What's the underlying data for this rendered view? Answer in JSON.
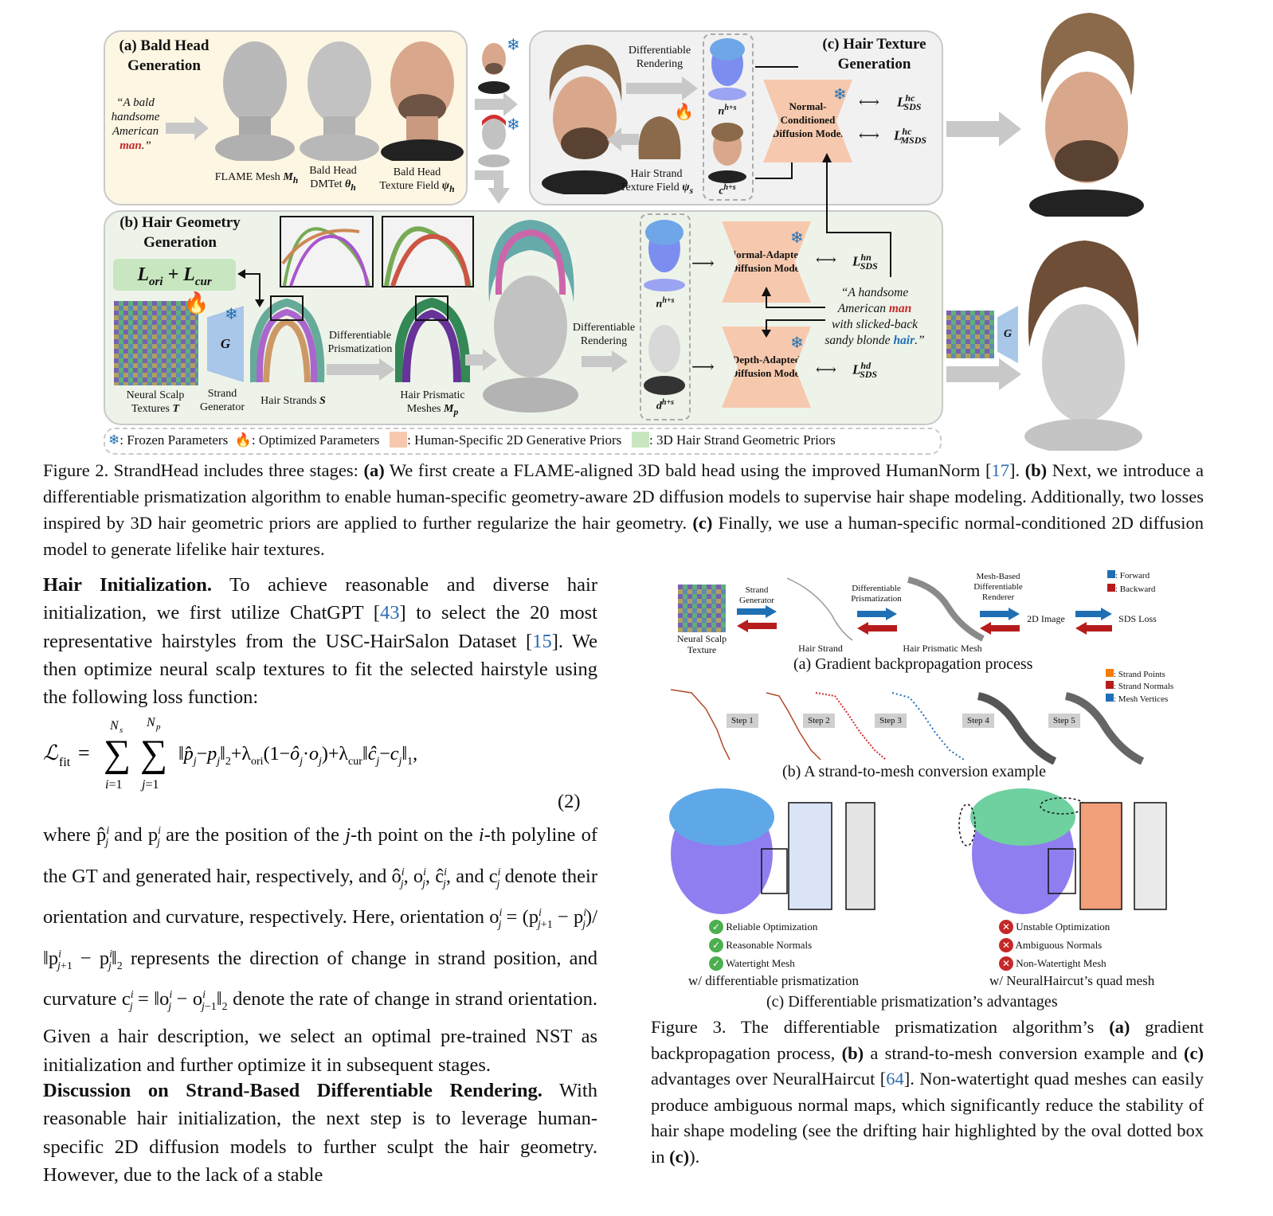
{
  "fig2": {
    "panel_a": {
      "title_line1": "(a) Bald Head",
      "title_line2": "Generation",
      "prompt_l1": "“A bald",
      "prompt_l2": "handsome",
      "prompt_l3": "American",
      "prompt_word": "man",
      "prompt_end": ".”",
      "flame_label": "FLAME Mesh",
      "flame_sym": "M",
      "flame_sub": "h",
      "dmtet_l1": "Bald Head",
      "dmtet_l2": "DMTet",
      "dmtet_sym": "θ",
      "dmtet_sub": "h",
      "tex_l1": "Bald Head",
      "tex_l2": "Texture Field",
      "tex_sym": "ψ",
      "tex_sub": "h"
    },
    "panel_c": {
      "title_line1": "(c) Hair Texture",
      "title_line2": "Generation",
      "diff_render_l1": "Differentiable",
      "diff_render_l2": "Rendering",
      "strand_tex_l1": "Hair Strand",
      "strand_tex_l2": "Texture Field",
      "strand_tex_sym": "ψ",
      "strand_tex_sub": "s",
      "n_label": "n",
      "n_sup": "h+s",
      "c_label": "c",
      "c_sup": "h+s",
      "model_l1": "Normal-",
      "model_l2": "Conditioned",
      "model_l3": "Diffusion Model",
      "loss1": "L",
      "loss1_sup": "hc",
      "loss1_sub": "SDS",
      "loss2": "L",
      "loss2_sup": "hc",
      "loss2_sub": "MSDS"
    },
    "panel_b": {
      "title_line1": "(b) Hair Geometry",
      "title_line2": "Generation",
      "loss_box": "L",
      "loss_box_sub1": "ori",
      "loss_box_plus": " + L",
      "loss_box_sub2": "cur",
      "g_label": "G",
      "nst_l1": "Neural Scalp",
      "nst_l2": "Textures",
      "nst_sym": "T",
      "sg_l1": "Strand",
      "sg_l2": "Generator",
      "strands_label": "Hair Strands",
      "strands_sym": "S",
      "prism_l1": "Differentiable",
      "prism_l2": "Prismatization",
      "mesh_l1": "Hair Prismatic",
      "mesh_l2": "Meshes",
      "mesh_sym": "M",
      "mesh_sub": "p",
      "render_l1": "Differentiable",
      "render_l2": "Rendering",
      "n_label": "n",
      "n_sup": "h+s",
      "d_label": "d",
      "d_sup": "h+s",
      "na_l1": "Normal-Adapted",
      "na_l2": "Diffusion Model",
      "da_l1": "Depth-Adapted",
      "da_l2": "Diffusion Model",
      "loss_hn": "L",
      "loss_hn_sup": "hn",
      "loss_hn_sub": "SDS",
      "loss_hd": "L",
      "loss_hd_sup": "hd",
      "loss_hd_sub": "SDS",
      "prompt_l1": "“A handsome",
      "prompt_l2a": "American ",
      "prompt_l2b": "man",
      "prompt_l3": "with slicked-back",
      "prompt_l4a": "sandy blonde ",
      "prompt_l4b": "hair",
      "prompt_l4c": ".”",
      "right_g": "G"
    },
    "legend": {
      "frozen": ": Frozen Parameters",
      "optimized": ": Optimized Parameters",
      "human": ": Human-Specific 2D Generative Priors",
      "hair": ": 3D Hair Strand Geometric Priors"
    },
    "colors": {
      "peach": "#f6c9ae",
      "panel_a_bg": "#fdf6e3",
      "panel_b_bg": "#eef3ea",
      "panel_c_bg": "#f1f1f1",
      "green_box": "#c8e6c0",
      "blue_g": "#a9c7e8"
    }
  },
  "caption2": {
    "t1": "Figure 2. StrandHead includes three stages: ",
    "a": "(a)",
    "t2": " We first create a FLAME-aligned 3D bald head using the improved HumanNorm [",
    "c17": "17",
    "t3": "]. ",
    "b": "(b)",
    "t4": " Next, we introduce a differentiable prismatization algorithm to enable human-specific geometry-aware 2D diffusion models to supervise hair shape modeling. Additionally, two losses inspired by 3D hair geometric priors are applied to further regularize the hair geometry. ",
    "c": "(c)",
    "t5": " Finally, we use a human-specific normal-conditioned 2D diffusion model to generate lifelike hair textures."
  },
  "left": {
    "p1_head": "Hair Initialization.",
    "p1_a": " To achieve reasonable and diverse hair initialization, we first utilize ChatGPT [",
    "c43": "43",
    "p1_b": "] to select the 20 most representative hairstyles from the USC-HairSalon Dataset [",
    "c15": "15",
    "p1_c": "]. We then optimize neural scalp textures to fit the selected hairstyle using the following loss function:",
    "eq_number": "(2)",
    "p2_1": "where p̂",
    "p2_2": " and p",
    "p2_3": " are the position of the ",
    "p2_j": "j",
    "p2_4": "-th point on the ",
    "p2_i": "i",
    "p2_5": "-th polyline of the GT and generated hair, respectively, and ô",
    "p2_6": ", o",
    "p2_7": ", ĉ",
    "p2_8": ", and c",
    "p2_9": " denote their orientation and curvature, respectively. Here, orientation o",
    "p2_10": " = (p",
    "p2_11": " − p",
    "p2_12": ")/‖p",
    "p2_13": " − p",
    "p2_14": "‖",
    "p2_15": " represents the direction of change in strand position, and curvature c",
    "p2_16": " = ‖o",
    "p2_17": " − o",
    "p2_18": "‖",
    "p2_19": " denote the rate of change in strand orientation. Given a hair description, we select an optimal pre-trained NST as initialization and further optimize it in subsequent stages.",
    "p3_head": "Discussion on Strand-Based Differentiable Rendering.",
    "p3_body": " With reasonable hair initialization, the next step is to leverage human-specific 2D diffusion models to further sculpt the hair geometry. However, due to the lack of a stable"
  },
  "fig3": {
    "a": {
      "nst_l1": "Neural Scalp",
      "nst_l2": "Texture",
      "sg_l1": "Strand",
      "sg_l2": "Generator",
      "strand": "Hair Strand",
      "dp_l1": "Differentiable",
      "dp_l2": "Prismatization",
      "mesh": "Hair Prismatic Mesh",
      "mbr_l1": "Mesh-Based",
      "mbr_l2": "Differentiable",
      "mbr_l3": "Renderer",
      "img": "2D Image",
      "sds": "SDS Loss",
      "fwd": ": Forward",
      "bwd": ": Backward",
      "caption": "(a) Gradient backpropagation process"
    },
    "b": {
      "step1": "Step 1",
      "step2": "Step 2",
      "step3": "Step 3",
      "step4": "Step 4",
      "step5": "Step 5",
      "leg1": ": Strand Points",
      "leg2": ": Strand Normals",
      "leg3": ": Mesh Vertices",
      "caption": "(b) A strand-to-mesh conversion example"
    },
    "c": {
      "good1": "Reliable Optimization",
      "good2": "Reasonable Normals",
      "good3": "Watertight Mesh",
      "good_label": "w/ differentiable prismatization",
      "bad1": "Unstable Optimization",
      "bad2": "Ambiguous Normals",
      "bad3": "Non-Watertight Mesh",
      "bad_label": "w/ NeuralHaircut’s quad mesh",
      "caption": "(c) Differentiable prismatization’s advantages"
    }
  },
  "caption3": {
    "t1": "Figure 3. The differentiable prismatization algorithm’s ",
    "a": "(a)",
    "t2": " gradient backpropagation process, ",
    "b": "(b)",
    "t3": " a strand-to-mesh conversion example and ",
    "c": "(c)",
    "t4": " advantages over NeuralHaircut [",
    "c64": "64",
    "t5": "]. Non-watertight quad meshes can easily produce ambiguous normal maps, which significantly reduce the stability of hair shape modeling (see the drifting hair highlighted by the oval dotted box in ",
    "c2": "(c)",
    "t6": ")."
  }
}
